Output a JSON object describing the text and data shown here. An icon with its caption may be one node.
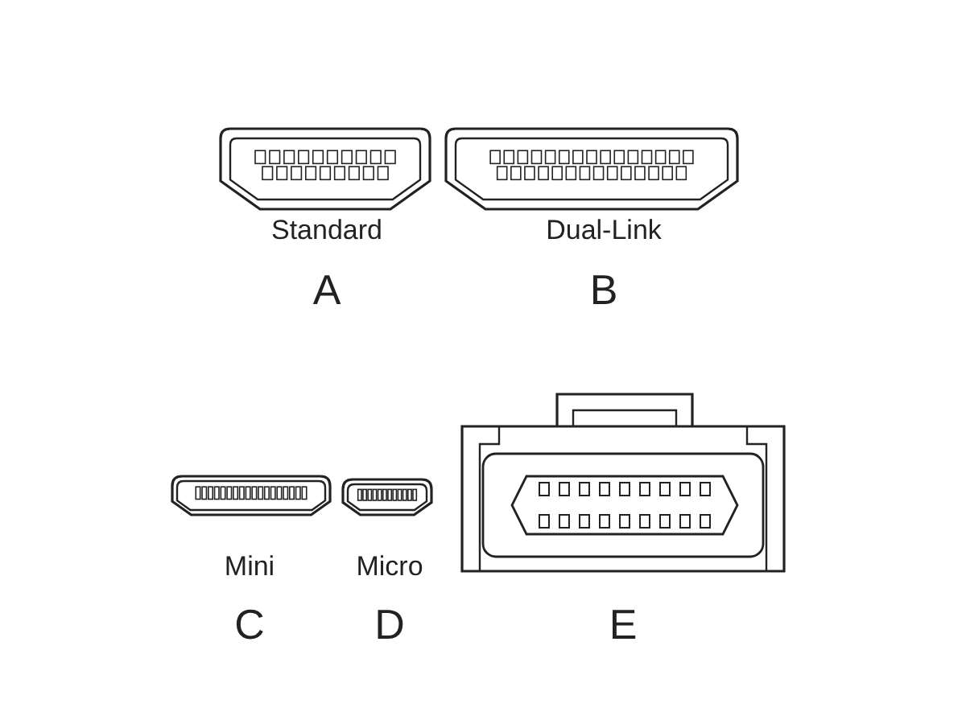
{
  "diagram": {
    "labels": [
      "Standard",
      "Dual-Link",
      "A",
      "B",
      "Mini",
      "Micro",
      "C",
      "D",
      "E"
    ]
  }
}
